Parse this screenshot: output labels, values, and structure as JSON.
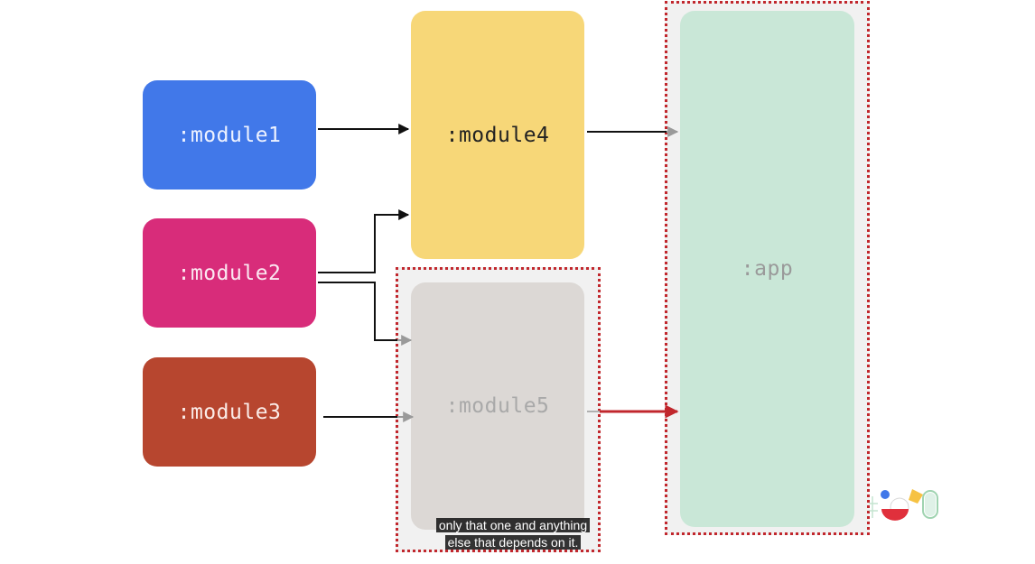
{
  "nodes": {
    "module1": {
      "label": ":module1",
      "color": "#4178e9",
      "text_color": "#eef2ff"
    },
    "module2": {
      "label": ":module2",
      "color": "#d82c7a",
      "text_color": "#fbe8f1"
    },
    "module3": {
      "label": ":module3",
      "color": "#b7462f",
      "text_color": "#fbece8"
    },
    "module4": {
      "label": ":module4",
      "color": "#f7d778",
      "text_color": "#222222"
    },
    "module5": {
      "label": ":module5",
      "color": "#dcd8d5",
      "text_color": "#a9a9a9"
    },
    "app": {
      "label": ":app",
      "color": "#c9e7d7",
      "text_color": "#9a9a9a"
    }
  },
  "edges": [
    {
      "from": "module1",
      "to": "module4",
      "color": "#111111"
    },
    {
      "from": "module2",
      "to": "module4",
      "color": "#111111"
    },
    {
      "from": "module2",
      "to": "module5",
      "color": "#111111"
    },
    {
      "from": "module3",
      "to": "module5",
      "color": "#111111"
    },
    {
      "from": "module4",
      "to": "app",
      "color": "#111111"
    },
    {
      "from": "module5",
      "to": "app",
      "color": "#c1272d",
      "highlighted": true
    }
  ],
  "highlight_color": "#c1272d",
  "caption": {
    "line1": "only that one and anything",
    "line2": "else that depends on it."
  },
  "logo_icon": "google-io-logo"
}
